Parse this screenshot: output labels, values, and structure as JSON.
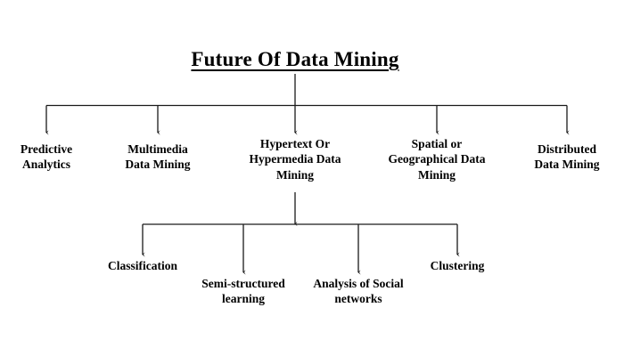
{
  "diagram": {
    "type": "hierarchy-tree",
    "background_color": "#ffffff",
    "line_color": "#1a1a1a",
    "text_color": "#000000",
    "title": {
      "label": "Future Of Data Mining",
      "underlined": true
    },
    "level1": [
      {
        "label": "Predictive\nAnalytics"
      },
      {
        "label": "Multimedia\nData Mining"
      },
      {
        "label": "Hypertext Or\nHypermedia Data\nMining"
      },
      {
        "label": "Spatial or\nGeographical Data\nMining"
      },
      {
        "label": "Distributed\nData Mining"
      }
    ],
    "level2_parent": "Hypertext Or Hypermedia Data Mining",
    "level2": [
      {
        "label": "Classification"
      },
      {
        "label": "Semi-structured\nlearning"
      },
      {
        "label": "Analysis of Social\nnetworks"
      },
      {
        "label": "Clustering"
      }
    ]
  }
}
